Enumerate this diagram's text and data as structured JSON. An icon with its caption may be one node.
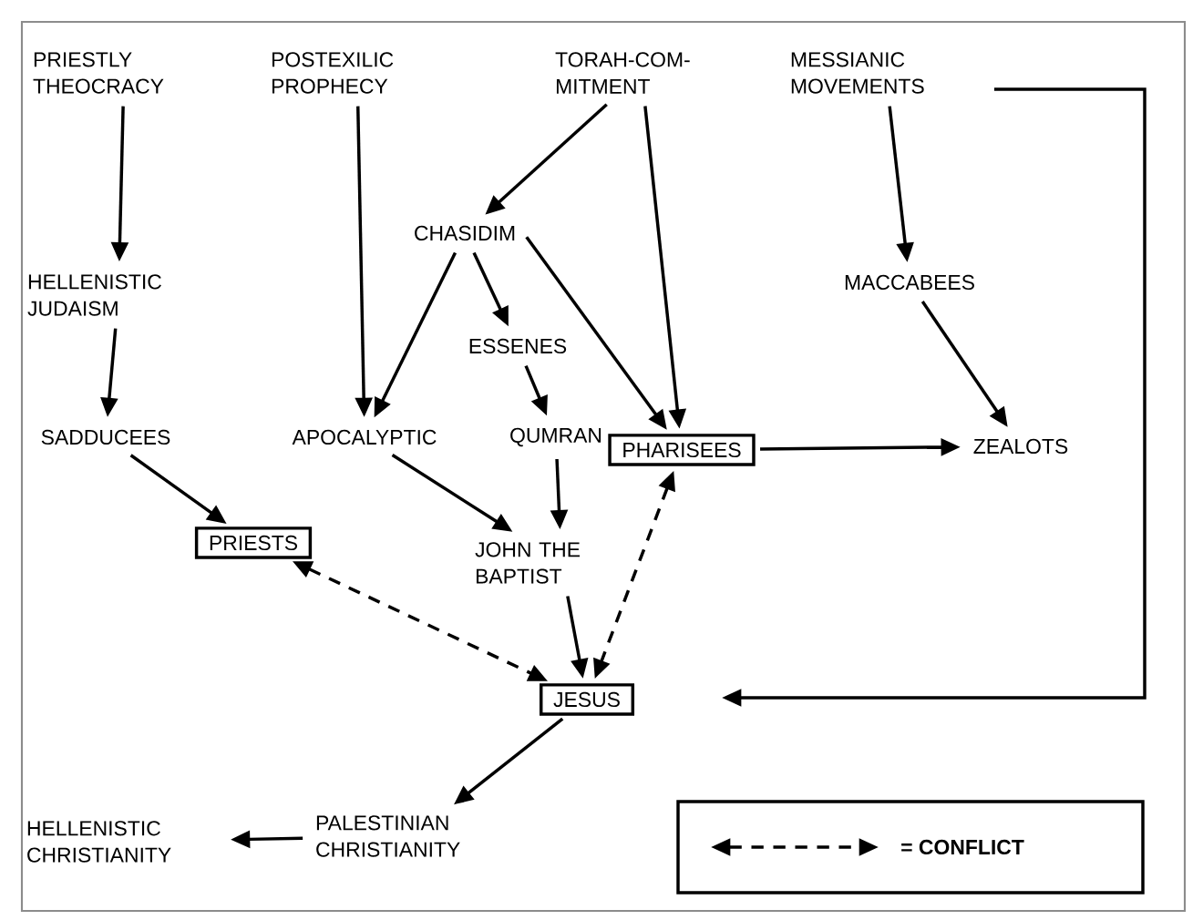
{
  "diagram": {
    "nodes": [
      {
        "text": [
          "PRIESTLY THEOCRACY"
        ]
      },
      {
        "text": [
          "POSTEXILIC PROPHECY"
        ]
      },
      {
        "text": [
          "TORAH-COM- MITMENT"
        ]
      },
      {
        "text": [
          "MESSIANIC MOVEMENTS"
        ]
      },
      {
        "text": [
          "CHASIDIM"
        ]
      },
      {
        "text": [
          "HELLENISTIC JUDAISM"
        ]
      },
      {
        "text": [
          "MACCABEES"
        ]
      },
      {
        "text": [
          "ESSENES"
        ]
      },
      {
        "text": [
          "SADDUCEES"
        ]
      },
      {
        "text": [
          "APOCALYPTIC"
        ]
      },
      {
        "text": [
          "QUMRAN"
        ]
      },
      {
        "text": [
          "PHARISEES"
        ]
      },
      {
        "text": [
          "ZEALOTS"
        ]
      },
      {
        "text": [
          "PRIESTS"
        ]
      },
      {
        "text": [
          "JOHN THE BAPTIST"
        ]
      },
      {
        "text": [
          "JESUS"
        ]
      },
      {
        "text": [
          "HELLENISTIC CHRISTIANITY"
        ]
      },
      {
        "text": [
          "PALESTINIAN CHRISTIANITY"
        ]
      }
    ],
    "edges": [
      {
        "from": 0,
        "to": 5,
        "arrow": "to"
      },
      {
        "from": 5,
        "to": 8,
        "arrow": "to"
      },
      {
        "from": 1,
        "to": 9,
        "arrow": "to"
      },
      {
        "from": 2,
        "to": 4,
        "arrow": "to"
      },
      {
        "from": 2,
        "to": 11,
        "arrow": "to"
      },
      {
        "from": 3,
        "to": 6,
        "arrow": "to"
      },
      {
        "from": 3,
        "to": 15,
        "arrow": "to"
      },
      {
        "from": 4,
        "to": 9,
        "arrow": "to"
      },
      {
        "from": 4,
        "to": 7,
        "arrow": "to"
      },
      {
        "from": 4,
        "to": 11,
        "arrow": "to"
      },
      {
        "from": 7,
        "to": 10,
        "arrow": "to"
      },
      {
        "from": 6,
        "to": 12,
        "arrow": "to"
      },
      {
        "from": 11,
        "to": 12,
        "arrow": "to"
      },
      {
        "from": 8,
        "to": 13,
        "arrow": "to"
      },
      {
        "from": 9,
        "to": 14,
        "arrow": "to"
      },
      {
        "from": 10,
        "to": 14,
        "arrow": "to"
      },
      {
        "from": 14,
        "to": 15,
        "arrow": "to"
      },
      {
        "from": 13,
        "to": 15,
        "arrow": "both",
        "style": "dashed"
      },
      {
        "from": 11,
        "to": 15,
        "arrow": "both",
        "style": "dashed"
      },
      {
        "from": 15,
        "to": 17,
        "arrow": "to"
      },
      {
        "from": 17,
        "to": 16,
        "arrow": "to"
      }
    ],
    "legend": [
      {
        "text": "= CONFLICT"
      }
    ]
  }
}
